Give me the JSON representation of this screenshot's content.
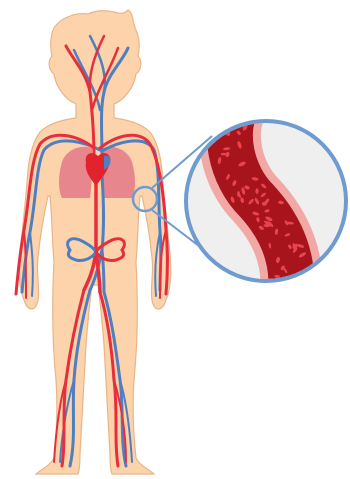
{
  "colors": {
    "skin": "#fcd3aa",
    "skin_outline": "#e8b58a",
    "artery": "#e62e3d",
    "vein": "#4f7fc1",
    "heart": "#e2232e",
    "lung": "#e8868d",
    "magnifier_ring": "#6f9bcf",
    "magnifier_bg": "#efefef",
    "vessel_wall": "#f2a9a6",
    "vessel_lumen": "#a8141c",
    "blood_cell": "#e8444f"
  },
  "figure": {
    "subject": "child-body",
    "organs": [
      "heart",
      "lungs",
      "kidneys"
    ]
  },
  "magnifier": {
    "content": "blood-vessel-cross-section"
  }
}
